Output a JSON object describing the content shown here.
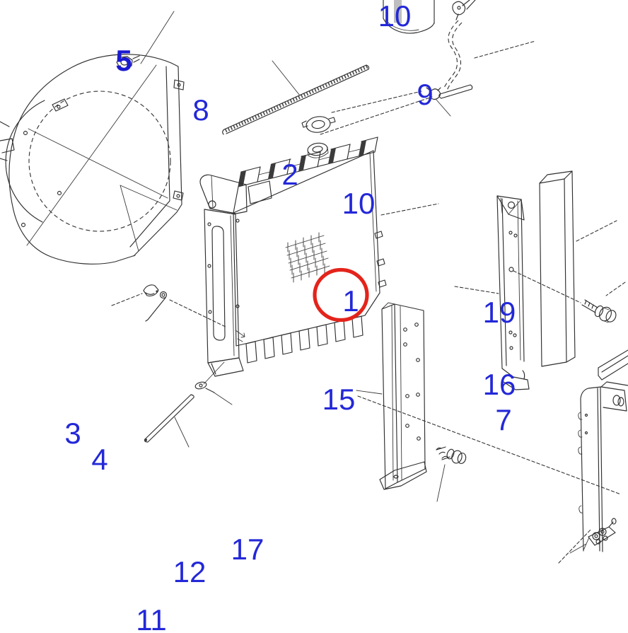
{
  "diagram": {
    "kind": "exploded-parts-diagram",
    "subject": "radiator assembly with fan shroud, brackets, hoses and mounting hardware",
    "background_color": "#ffffff",
    "line_color": "#2f2f2f",
    "label_color": "#2328d8",
    "highlight_color": "#e3241b",
    "highlighted_part": "1",
    "labels": [
      {
        "part": "5",
        "text": "5"
      },
      {
        "part": "8",
        "text": "8"
      },
      {
        "part": "2",
        "text": "2"
      },
      {
        "part": "10",
        "text": "10"
      },
      {
        "part": "9",
        "text": "9"
      },
      {
        "part": "10",
        "text": "10"
      },
      {
        "part": "1",
        "text": "1"
      },
      {
        "part": "19",
        "text": "19"
      },
      {
        "part": "16",
        "text": "16"
      },
      {
        "part": "7",
        "text": "7"
      },
      {
        "part": "15",
        "text": "15"
      },
      {
        "part": "3",
        "text": "3"
      },
      {
        "part": "4",
        "text": "4"
      },
      {
        "part": "17",
        "text": "17"
      },
      {
        "part": "12",
        "text": "12"
      },
      {
        "part": "11",
        "text": "11"
      }
    ]
  }
}
